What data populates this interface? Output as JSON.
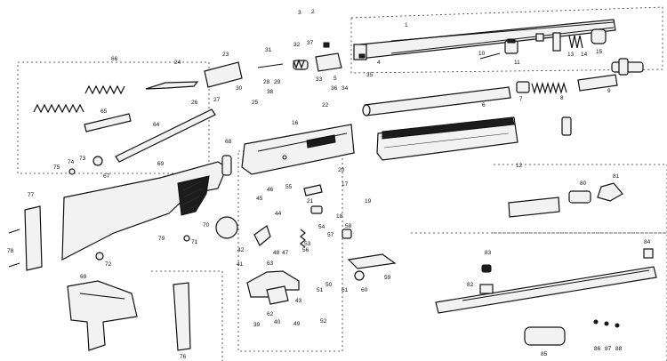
{
  "labels": [
    "1",
    "2",
    "3",
    "4",
    "5",
    "6",
    "7",
    "8",
    "9",
    "10",
    "11",
    "12",
    "13",
    "14",
    "15",
    "16",
    "17",
    "18",
    "19",
    "20",
    "21",
    "22",
    "23",
    "24",
    "25",
    "26",
    "27",
    "28",
    "29",
    "30",
    "31",
    "32",
    "33",
    "34",
    "35",
    "36",
    "37",
    "38",
    "39",
    "40",
    "41",
    "42",
    "43",
    "44",
    "45",
    "46",
    "47",
    "48",
    "49",
    "50",
    "51",
    "52",
    "53",
    "54",
    "55",
    "56",
    "57",
    "58",
    "59",
    "60",
    "61",
    "62",
    "63",
    "64",
    "65",
    "66",
    "67",
    "68",
    "69",
    "69",
    "70",
    "71",
    "72",
    "73",
    "74",
    "75",
    "76",
    "77",
    "78",
    "79",
    "80",
    "81",
    "82",
    "83",
    "84",
    "85",
    "86",
    "87",
    "88"
  ]
}
